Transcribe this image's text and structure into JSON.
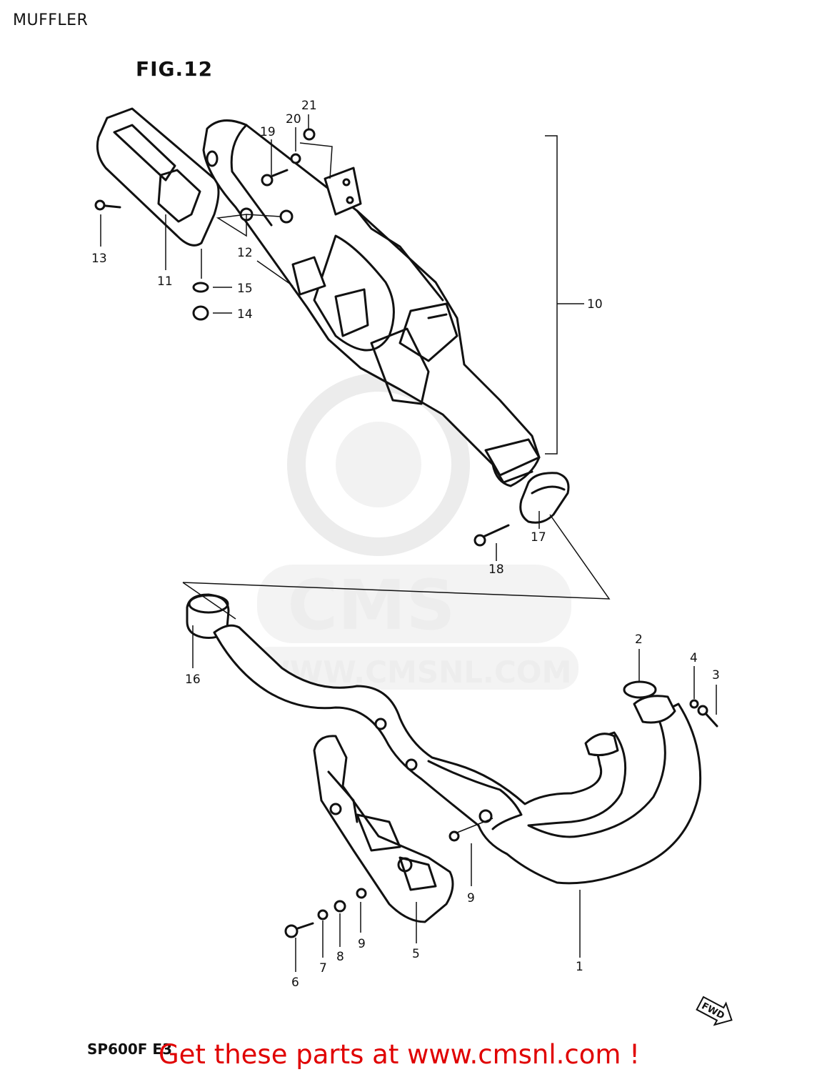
{
  "page_title": "MUFFLER",
  "figure_label": "FIG.12",
  "model_code": "SP600F E3",
  "promo_text": "Get these parts at www.cmsnl.com !",
  "watermark": {
    "brand": "CMS",
    "url": "WWW.CMSNL.COM"
  },
  "direction_badge": "FWD",
  "callouts": {
    "c1": "1",
    "c2": "2",
    "c3": "3",
    "c4": "4",
    "c5": "5",
    "c6": "6",
    "c7": "7",
    "c8": "8",
    "c9a": "9",
    "c9b": "9",
    "c10": "10",
    "c11": "11",
    "c12": "12",
    "c13": "13",
    "c14": "14",
    "c15": "15",
    "c16": "16",
    "c17": "17",
    "c18": "18",
    "c19": "19",
    "c20": "20",
    "c21": "21"
  }
}
